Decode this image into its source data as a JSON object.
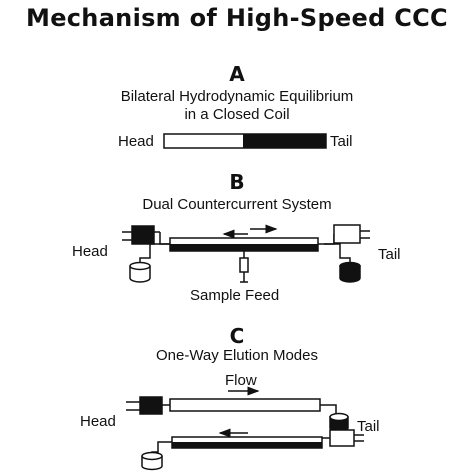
{
  "title": "Mechanism of High-Speed CCC",
  "panel_a": {
    "letter": "A",
    "caption_line1": "Bilateral Hydrodynamic Equilibrium",
    "caption_line2": "in a Closed Coil",
    "head_label": "Head",
    "tail_label": "Tail"
  },
  "panel_b": {
    "letter": "B",
    "caption": "Dual Countercurrent System",
    "head_label": "Head",
    "tail_label": "Tail",
    "sample_feed_label": "Sample Feed"
  },
  "panel_c": {
    "letter": "C",
    "caption": "One-Way Elution Modes",
    "flow_label": "Flow",
    "head_label": "Head",
    "tail_label": "Tail"
  }
}
